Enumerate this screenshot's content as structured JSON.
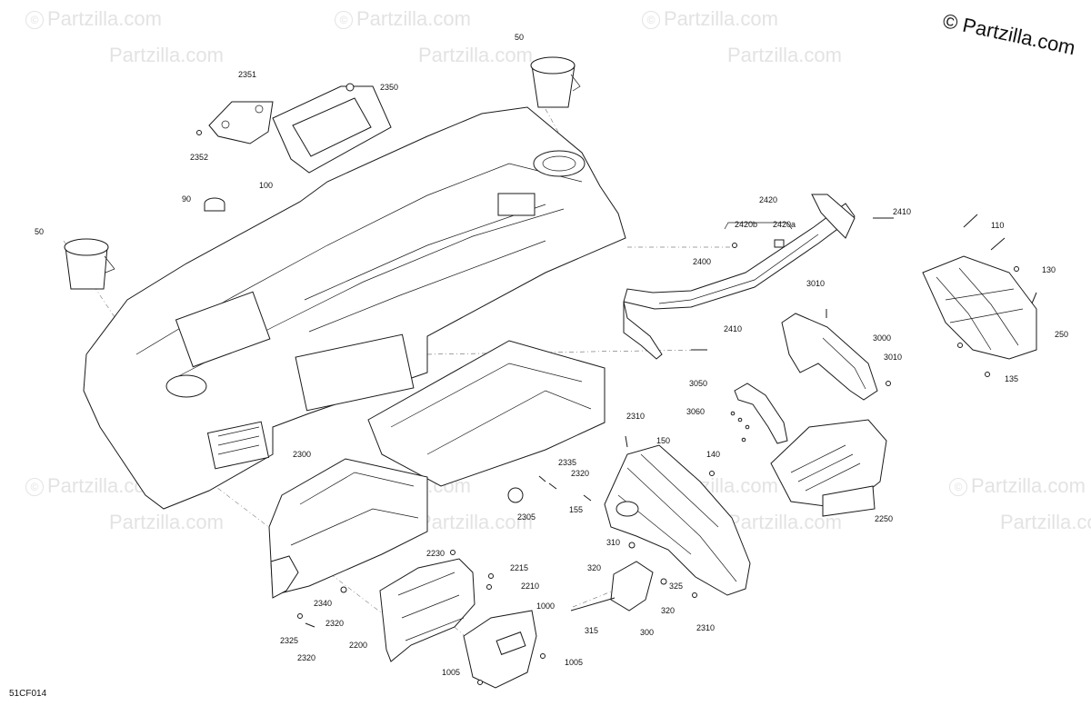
{
  "watermark": "Partzilla.com",
  "copyright": "© Partzilla.com",
  "diagram_code": "51CF014",
  "labels": {
    "p50a": "50",
    "p50b": "50",
    "p2351": "2351",
    "p2350": "2350",
    "p2352": "2352",
    "p90": "90",
    "p100": "100",
    "p2420": "2420",
    "p2420b": "2420b",
    "p2420a": "2420a",
    "p2410a": "2410",
    "p2410b": "2410",
    "p2400": "2400",
    "p110": "110",
    "p130": "130",
    "p250": "250",
    "p135": "135",
    "p3010a": "3010",
    "p3010b": "3010",
    "p3000": "3000",
    "p3050": "3050",
    "p3060": "3060",
    "p2310a": "2310",
    "p2310b": "2310",
    "p150": "150",
    "p140": "140",
    "p2300": "2300",
    "p2335": "2335",
    "p2320a": "2320",
    "p2320b": "2320",
    "p2320c": "2320",
    "p155": "155",
    "p2305": "2305",
    "p2250": "2250",
    "p2230": "2230",
    "p2215": "2215",
    "p2210": "2210",
    "p2340": "2340",
    "p2325": "2325",
    "p2200": "2200",
    "p1000": "1000",
    "p1005a": "1005",
    "p1005b": "1005",
    "p310": "310",
    "p320a": "320",
    "p320b": "320",
    "p325": "325",
    "p315": "315",
    "p300": "300"
  }
}
